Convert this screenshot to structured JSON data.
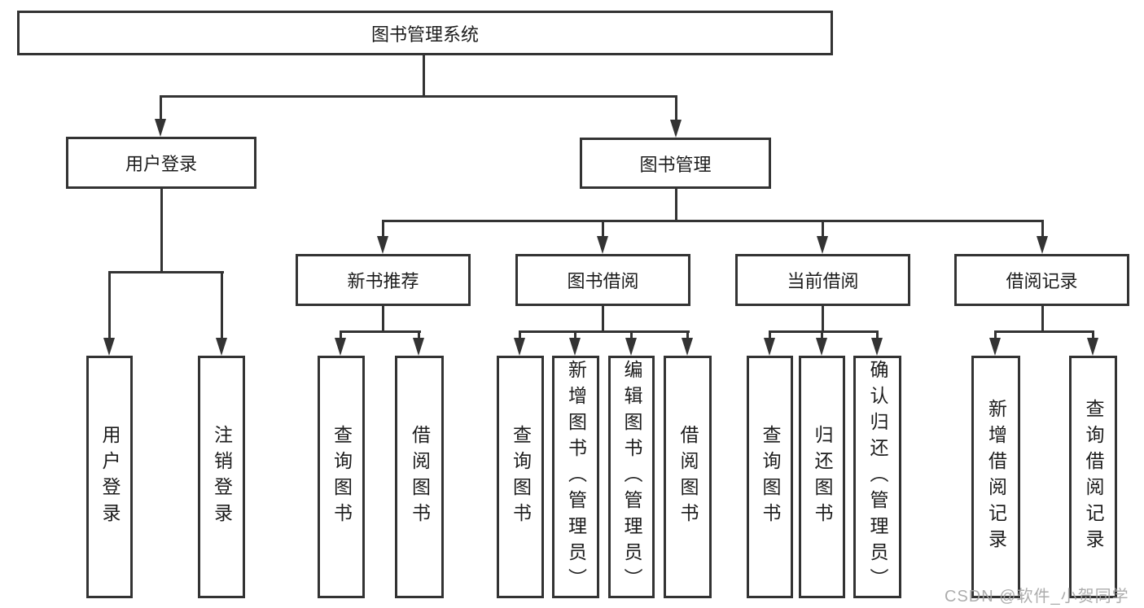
{
  "diagram_title": "图书管理系统",
  "tree": {
    "label": "图书管理系统",
    "children": [
      {
        "label": "用户登录",
        "children": [
          {
            "label": "用户登录"
          },
          {
            "label": "注销登录"
          }
        ]
      },
      {
        "label": "图书管理",
        "children": [
          {
            "label": "新书推荐",
            "children": [
              {
                "label": "查询图书"
              },
              {
                "label": "借阅图书"
              }
            ]
          },
          {
            "label": "图书借阅",
            "children": [
              {
                "label": "查询图书"
              },
              {
                "label": "新增图书（管理员）"
              },
              {
                "label": "编辑图书（管理员）"
              },
              {
                "label": "借阅图书"
              }
            ]
          },
          {
            "label": "当前借阅",
            "children": [
              {
                "label": "查询图书"
              },
              {
                "label": "归还图书"
              },
              {
                "label": "确认归还（管理员）"
              }
            ]
          },
          {
            "label": "借阅记录",
            "children": [
              {
                "label": "新增借阅记录"
              },
              {
                "label": "查询借阅记录"
              }
            ]
          }
        ]
      }
    ]
  },
  "watermark": "CSDN @软件_小贺同学",
  "colors": {
    "line": "#333333",
    "text": "#1c1c1c",
    "background": "#ffffff",
    "watermark": "#a5a5a5"
  }
}
